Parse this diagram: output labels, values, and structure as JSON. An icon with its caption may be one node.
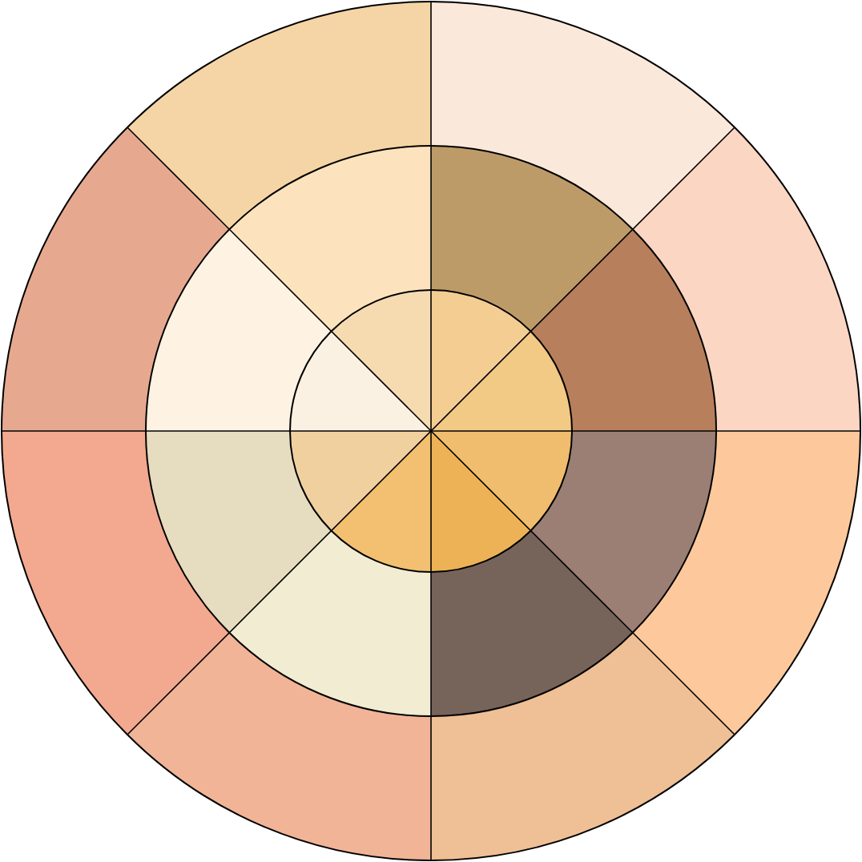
{
  "diagram": {
    "nodes": [
      {
        "text": [],
        "shape": "circle"
      },
      {
        "text": [],
        "shape": "circle",
        "in": 0
      },
      {
        "text": [],
        "shape": "circle",
        "in": 1
      }
    ]
  }
}
